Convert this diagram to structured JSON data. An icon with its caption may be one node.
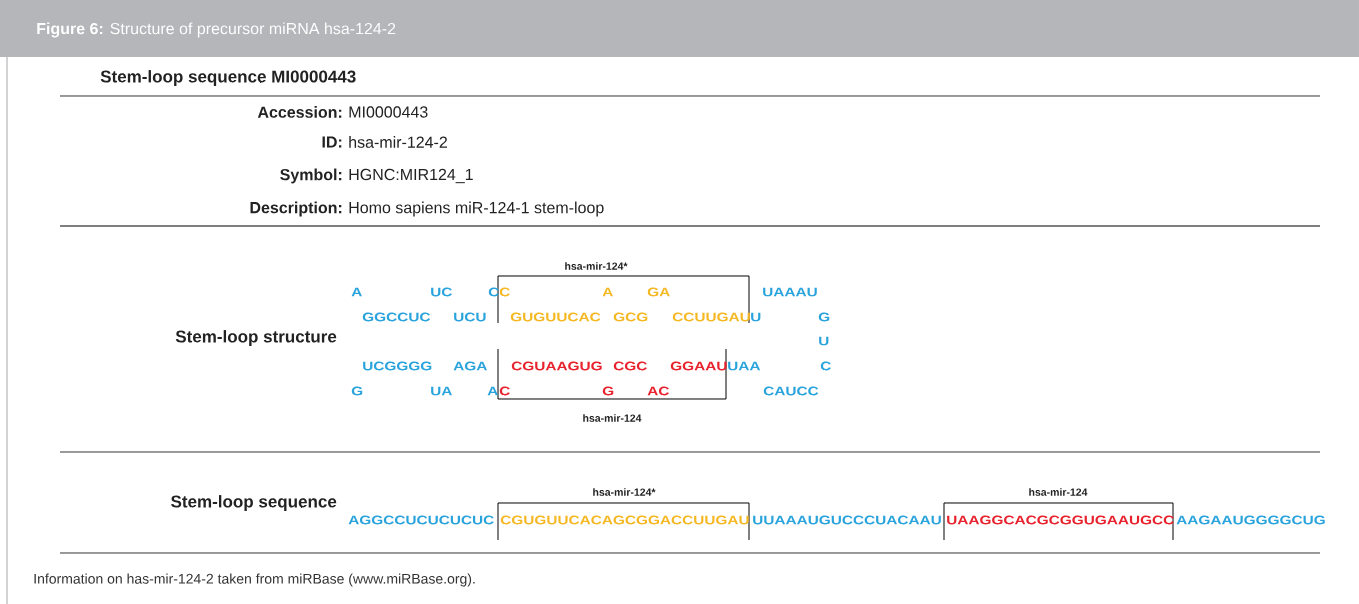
{
  "diagram": {
    "title": "**Figure 6:** Structure of precursor miRNA hsa-124-2",
    "caption": "Information on has-mir-124-2 taken from miRBase (www.miRBase.org).",
    "labels": [
      "Stem-loop sequence MI0000443",
      "Accession:",
      "MI0000443",
      "ID:",
      "hsa-mir-124-2",
      "Symbol:",
      "HGNC:MIR124_1",
      "Description:",
      "Homo sapiens miR-124-1 stem-loop",
      "hsa-mir-124*",
      "A",
      "UC",
      "C",
      "C",
      "A",
      "GA",
      "UAAAU",
      "GGCCUC",
      "UCU",
      "GUGUUCAC",
      "GCG",
      "CCUUGAU",
      "U",
      "G",
      "Stem-loop structure",
      "U",
      "UCGGGG",
      "AGA",
      "CGUAAGUG",
      "CGC",
      "GGAAU",
      "UAA",
      "C",
      "G",
      "UA",
      "A",
      "C",
      "G",
      "AC",
      "CAUCC",
      "hsa-mir-124",
      "Stem-loop sequence",
      "hsa-mir-124*",
      "hsa-mir-124",
      "AGGCCUCUCUCUC",
      "CGUGUUCACAGCGGACCUUGAU",
      "UUAAAUGUCCCUACAAU",
      "UAAGGCACGCGGUGAAUGCC",
      "AAGAAUGGGGCUG"
    ]
  }
}
